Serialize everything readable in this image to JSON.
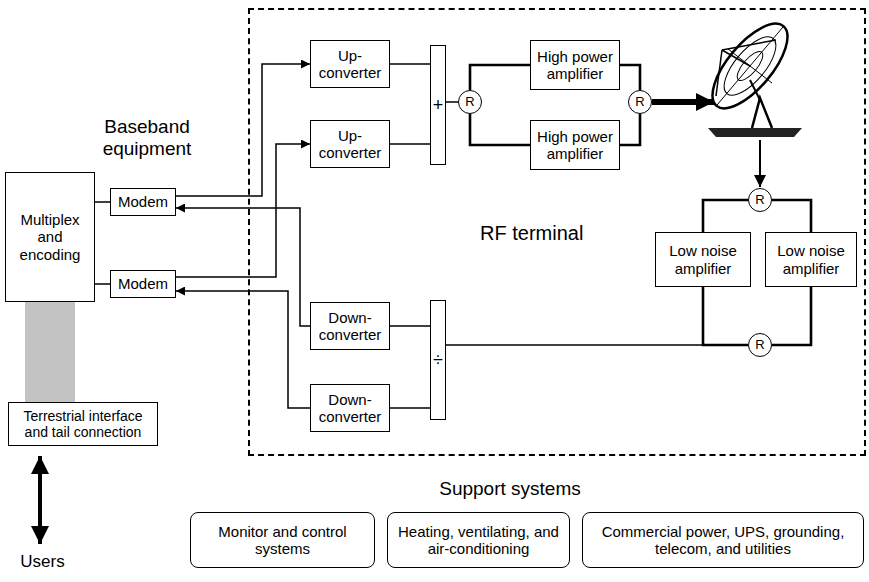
{
  "diagram": {
    "nodes": [
      {
        "text": [
          "Multiplex and encoding"
        ]
      },
      {
        "text": [
          "Modem"
        ]
      },
      {
        "text": [
          "Modem"
        ]
      },
      {
        "text": [
          "Terrestrial interface and tail connection"
        ]
      },
      {
        "text": [
          "RF terminal"
        ]
      },
      {
        "text": [
          "Up-converter"
        ],
        "in": 4
      },
      {
        "text": [
          "Up-converter"
        ],
        "in": 4
      },
      {
        "text": [
          "+"
        ],
        "in": 4
      },
      {
        "text": [
          "R"
        ],
        "in": 4
      },
      {
        "text": [
          "High power amplifier"
        ],
        "in": 4
      },
      {
        "text": [
          "High power amplifier"
        ],
        "in": 4
      },
      {
        "text": [
          "R"
        ],
        "in": 4
      },
      {
        "text": [
          "R"
        ],
        "in": 4
      },
      {
        "text": [
          "Low noise amplifier"
        ],
        "in": 4
      },
      {
        "text": [
          "Low noise amplifier"
        ],
        "in": 4
      },
      {
        "text": [
          "R"
        ],
        "in": 4
      },
      {
        "text": [
          "Down-converter"
        ],
        "in": 4
      },
      {
        "text": [
          "Down-converter"
        ],
        "in": 4
      },
      {
        "text": [
          "÷"
        ],
        "in": 4
      },
      {
        "text": [
          "Monitor and control systems"
        ]
      },
      {
        "text": [
          "Heating, ventilating, and air-conditioning"
        ]
      },
      {
        "text": [
          "Commercial power, UPS, grounding, telecom, and utilities"
        ]
      }
    ],
    "edges": [
      {
        "from": 0,
        "to": 1,
        "arrow": "none"
      },
      {
        "from": 0,
        "to": 2,
        "arrow": "none"
      },
      {
        "from": 0,
        "to": 3,
        "arrow": "none"
      },
      {
        "from": 1,
        "to": 5,
        "arrow": "to"
      },
      {
        "from": 2,
        "to": 6,
        "arrow": "to"
      },
      {
        "from": 16,
        "to": 1,
        "arrow": "to"
      },
      {
        "from": 17,
        "to": 2,
        "arrow": "to"
      },
      {
        "from": 5,
        "to": 7,
        "arrow": "none"
      },
      {
        "from": 6,
        "to": 7,
        "arrow": "none"
      },
      {
        "from": 7,
        "to": 8,
        "arrow": "none"
      },
      {
        "from": 8,
        "to": 9,
        "arrow": "none"
      },
      {
        "from": 8,
        "to": 10,
        "arrow": "none"
      },
      {
        "from": 9,
        "to": 11,
        "arrow": "none"
      },
      {
        "from": 10,
        "to": 11,
        "arrow": "none"
      },
      {
        "from": 12,
        "to": 13,
        "arrow": "none"
      },
      {
        "from": 12,
        "to": 14,
        "arrow": "none"
      },
      {
        "from": 13,
        "to": 15,
        "arrow": "none"
      },
      {
        "from": 14,
        "to": 15,
        "arrow": "none"
      },
      {
        "from": 15,
        "to": 18,
        "arrow": "none"
      },
      {
        "from": 18,
        "to": 16,
        "arrow": "none"
      },
      {
        "from": 18,
        "to": 17,
        "arrow": "none"
      }
    ],
    "labels": [
      "Baseband equipment",
      "Support systems",
      "Users"
    ]
  }
}
